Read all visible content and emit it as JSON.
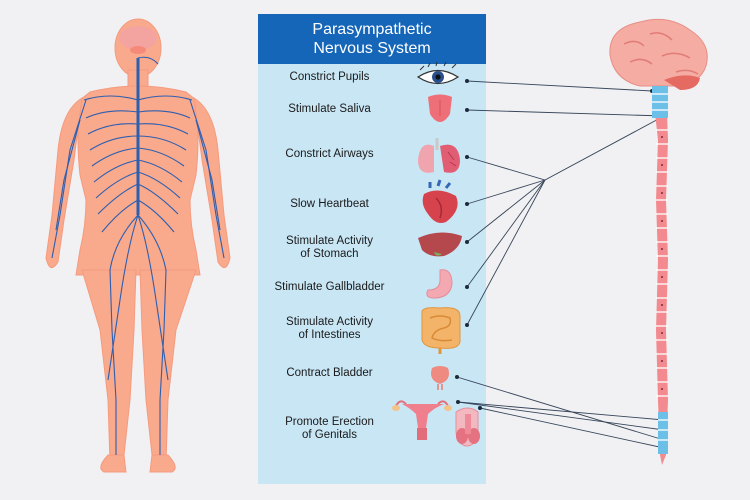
{
  "title_line1": "Parasympathetic",
  "title_line2": "Nervous System",
  "functions": [
    {
      "line1": "Constrict Pupils",
      "line2": "",
      "organ": "eye-icon"
    },
    {
      "line1": "Stimulate Saliva",
      "line2": "",
      "organ": "tongue-icon"
    },
    {
      "line1": "Constrict Airways",
      "line2": "",
      "organ": "lungs-icon"
    },
    {
      "line1": "Slow Heartbeat",
      "line2": "",
      "organ": "heart-icon"
    },
    {
      "line1": "Stimulate Activity",
      "line2": "of Stomach",
      "organ": "stomach-icon"
    },
    {
      "line1": "Stimulate Gallbladder",
      "line2": "",
      "organ": "gallbladder-icon"
    },
    {
      "line1": "Stimulate Activity",
      "line2": "of Intestines",
      "organ": "intestines-icon"
    },
    {
      "line1": "Contract Bladder",
      "line2": "",
      "organ": "bladder-icon"
    },
    {
      "line1": "Promote Erection",
      "line2": "of Genitals",
      "organ": "genitals-icon"
    }
  ],
  "colors": {
    "header": "#1565b8",
    "panel": "#c9e6f5",
    "skin": "#f9a98c",
    "nerve": "#2d5fb0",
    "spine_segment": "#f28a8f",
    "spine_nerve_zone": "#6cc0e8"
  }
}
